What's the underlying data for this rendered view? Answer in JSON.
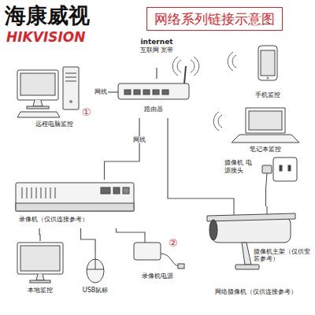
{
  "diagram": {
    "title": "网络系列链接示意图",
    "nodes": [
      {
        "text": [
          "internet",
          "互联网 宽带"
        ]
      },
      {
        "text": [
          "远程电脑监控"
        ]
      },
      {
        "text": [
          "路由器"
        ]
      },
      {
        "text": [
          "手机监控"
        ]
      },
      {
        "text": [
          "笔记本监控"
        ]
      },
      {
        "text": [
          "录像机（仅供连接参考）"
        ]
      },
      {
        "text": [
          "录像机电源"
        ]
      },
      {
        "text": [
          "摄像机 电源接头"
        ]
      },
      {
        "text": [
          "本地监控"
        ]
      },
      {
        "text": [
          "USB鼠标"
        ]
      },
      {
        "text": [
          "网络摄像机（仅供连接参考）"
        ]
      }
    ],
    "edges": [
      {
        "from": 1,
        "to": 2,
        "label": "网线",
        "arrow": "none"
      },
      {
        "from": 2,
        "to": 0,
        "arrow": "none"
      },
      {
        "from": 2,
        "to": 5,
        "label": "网线",
        "arrow": "none"
      },
      {
        "from": 2,
        "to": 10,
        "arrow": "none"
      },
      {
        "from": 7,
        "to": 10,
        "arrow": "none"
      },
      {
        "from": 5,
        "to": 6,
        "arrow": "none"
      },
      {
        "from": 5,
        "to": 8,
        "arrow": "none"
      },
      {
        "from": 5,
        "to": 9,
        "arrow": "none"
      }
    ],
    "labels": [
      "海康威视",
      "HIKVISION",
      "①",
      "②",
      "摄像机主架（仅供安装参考）"
    ]
  }
}
